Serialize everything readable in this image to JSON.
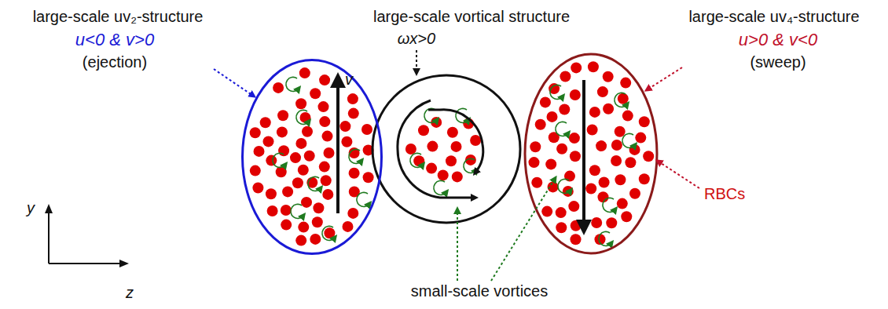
{
  "diagram": {
    "nodes": [
      {
        "text": [
          "v"
        ]
      }
    ],
    "labels": [
      "large-scale uv₂-structure",
      "u<0 & v>0",
      "(ejection)",
      "large-scale vortical structure",
      "ωx>0",
      "large-scale uv₄-structure",
      "u>0 & v<0",
      "(sweep)",
      "RBCs",
      "small-scale vortices",
      "y",
      "z"
    ]
  }
}
